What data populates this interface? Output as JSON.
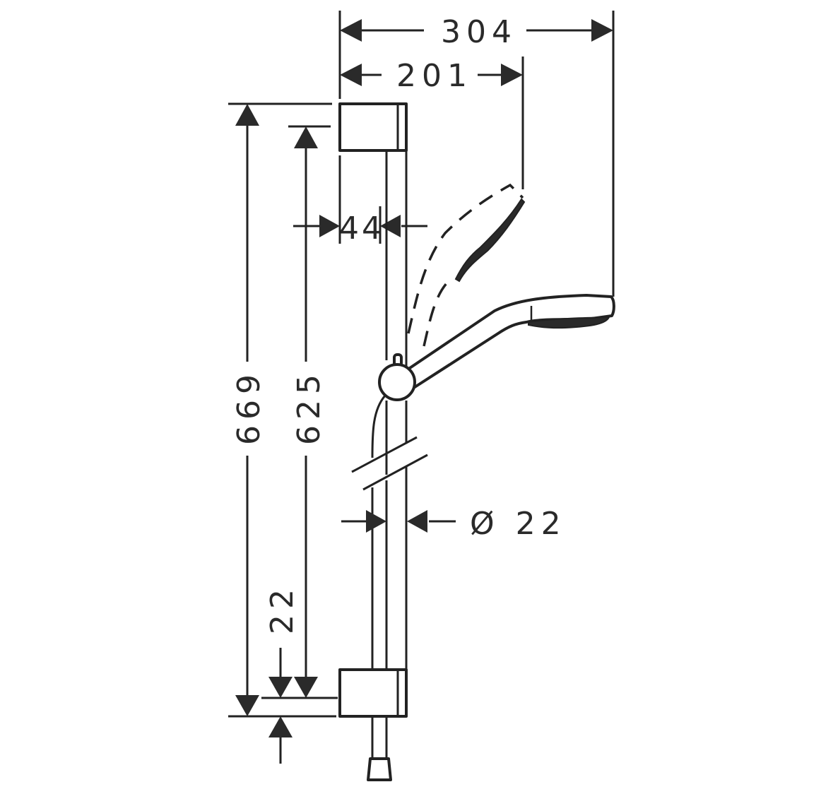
{
  "drawing": {
    "title": "Shower rail set dimension drawing",
    "units": "mm",
    "colors": {
      "line": "#222222",
      "background": "#ffffff"
    },
    "dimensions": {
      "overall_width": "304",
      "handshower_reach": "201",
      "wall_offset": "44",
      "overall_height": "669",
      "bracket_centers": "625",
      "bracket_offset": "22",
      "rail_diameter": "Ø 22"
    },
    "components": [
      {
        "id": "top-wall-bracket",
        "label": "Top wall bracket"
      },
      {
        "id": "rail",
        "label": "Shower rail"
      },
      {
        "id": "slider",
        "label": "Slider / holder"
      },
      {
        "id": "handshower",
        "label": "Hand shower"
      },
      {
        "id": "handshower-tilted",
        "label": "Hand shower (tilted position, dashed)"
      },
      {
        "id": "bottom-wall-bracket",
        "label": "Bottom wall bracket"
      },
      {
        "id": "hose-connector",
        "label": "Hose connector"
      }
    ]
  }
}
